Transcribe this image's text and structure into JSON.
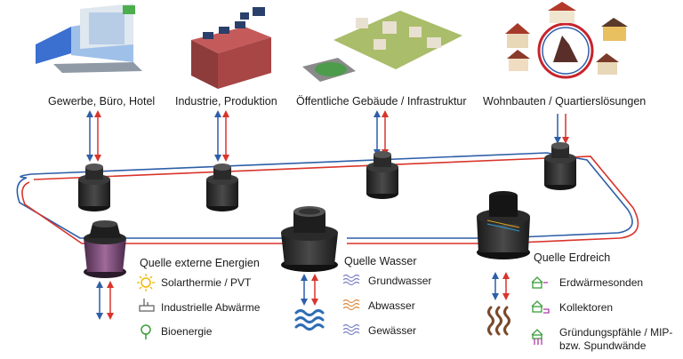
{
  "consumers": [
    {
      "label": "Gewerbe, Büro, Hotel"
    },
    {
      "label": "Industrie, Produktion"
    },
    {
      "label": "Öffentliche Gebäude / Infrastruktur"
    },
    {
      "label": "Wohnbauten / Quartierslösungen"
    }
  ],
  "sources": {
    "external": {
      "title": "Quelle externe Energien",
      "items": [
        "Solarthermie / PVT",
        "Industrielle Abwärme",
        "Bioenergie"
      ]
    },
    "water": {
      "title": "Quelle Wasser",
      "items": [
        "Grundwasser",
        "Abwasser",
        "Gewässer"
      ]
    },
    "ground": {
      "title": "Quelle Erdreich",
      "items": [
        "Erdwärmesonden",
        "Kollektoren",
        "Gründungspfähle / MIP-",
        "bzw. Spundwände"
      ]
    }
  },
  "colors": {
    "cold_line": "#2e5ea8",
    "warm_line": "#d9342b",
    "sun_icon": "#f2b705",
    "water_icon": "#2e6db4",
    "abwasser_icon": "#e08a3c",
    "gewaesser_icon": "#7a7fc4",
    "ground_icon": "#7a4a2a",
    "bio_icon": "#3a9d3a",
    "probe_icon": "#3a9d3a",
    "collector_icon": "#b03aa8"
  }
}
